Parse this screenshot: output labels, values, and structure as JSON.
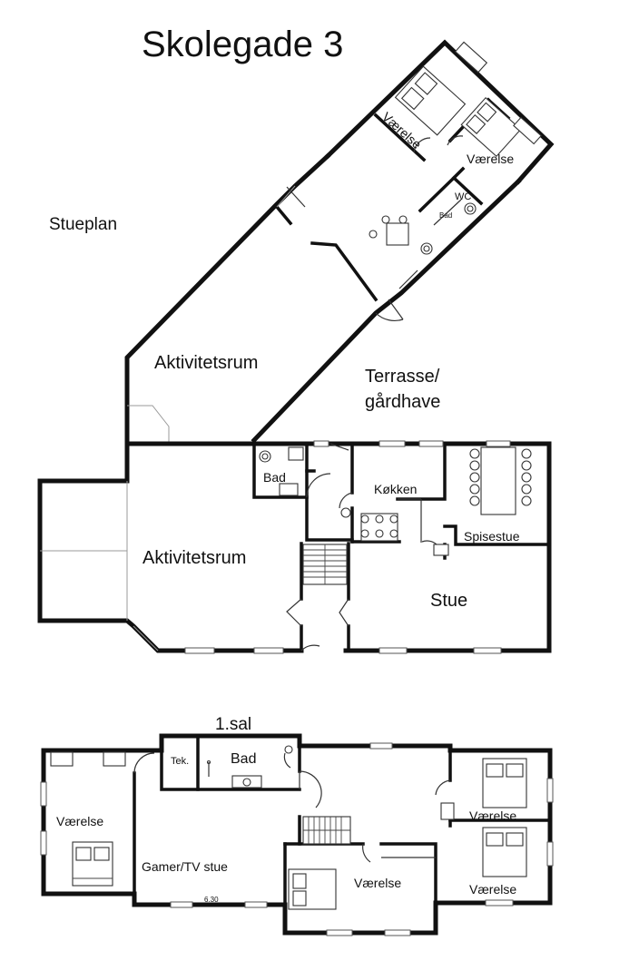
{
  "title": "Skolegade 3",
  "floors": {
    "ground": "Stueplan",
    "first": "1.sal"
  },
  "ground_floor_rooms": {
    "vaerelse_angled_1": "Værelse",
    "vaerelse_angled_2": "Værelse",
    "wc": "WC",
    "bad_small": "Bad",
    "aktivitetsrum_upper": "Aktivitetsrum",
    "terrasse_line1": "Terrasse/",
    "terrasse_line2": "gårdhave",
    "bad": "Bad",
    "koekken": "Køkken",
    "spisestue": "Spisestue",
    "aktivitetsrum_lower": "Aktivitetsrum",
    "stue": "Stue"
  },
  "first_floor_rooms": {
    "tek": "Tek.",
    "bad": "Bad",
    "vaerelse_left": "Værelse",
    "gamer_tv": "Gamer/TV stue",
    "dimension": "6.30",
    "vaerelse_middle": "Værelse",
    "vaerelse_right_top": "Værelse",
    "vaerelse_right_bottom": "Værelse"
  }
}
